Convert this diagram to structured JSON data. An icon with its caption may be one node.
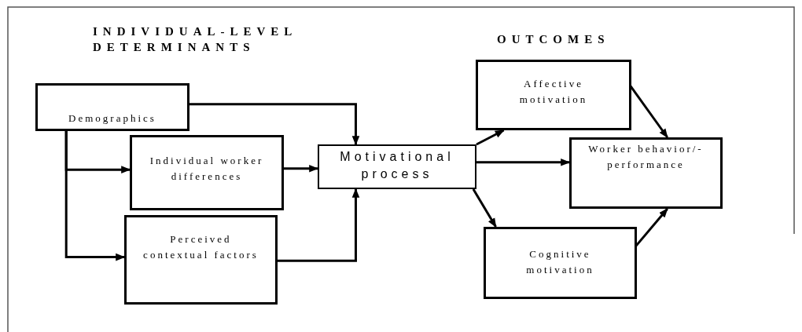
{
  "diagram": {
    "nodes": [
      {
        "text": [
          "Demographics"
        ]
      },
      {
        "text": [
          "Individual worker differences"
        ]
      },
      {
        "text": [
          "Perceived contextual factors"
        ]
      },
      {
        "text": [
          "Motivational process"
        ]
      },
      {
        "text": [
          "Affective motivation"
        ]
      },
      {
        "text": [
          "Worker behavior/-performance"
        ]
      },
      {
        "text": [
          "Cognitive motivation"
        ]
      }
    ],
    "edges": [
      {
        "from": 0,
        "to": 3,
        "arrow": "to"
      },
      {
        "from": 0,
        "to": 1,
        "arrow": "to"
      },
      {
        "from": 0,
        "to": 2,
        "arrow": "to"
      },
      {
        "from": 1,
        "to": 3,
        "arrow": "to"
      },
      {
        "from": 2,
        "to": 3,
        "arrow": "to"
      },
      {
        "from": 3,
        "to": 4,
        "arrow": "to"
      },
      {
        "from": 3,
        "to": 5,
        "arrow": "to"
      },
      {
        "from": 3,
        "to": 6,
        "arrow": "to"
      },
      {
        "from": 4,
        "to": 5,
        "arrow": "to"
      },
      {
        "from": 6,
        "to": 5,
        "arrow": "to"
      }
    ],
    "labels": [
      "INDIVIDUAL-LEVEL DETERMINANTS",
      "OUTCOMES"
    ]
  }
}
